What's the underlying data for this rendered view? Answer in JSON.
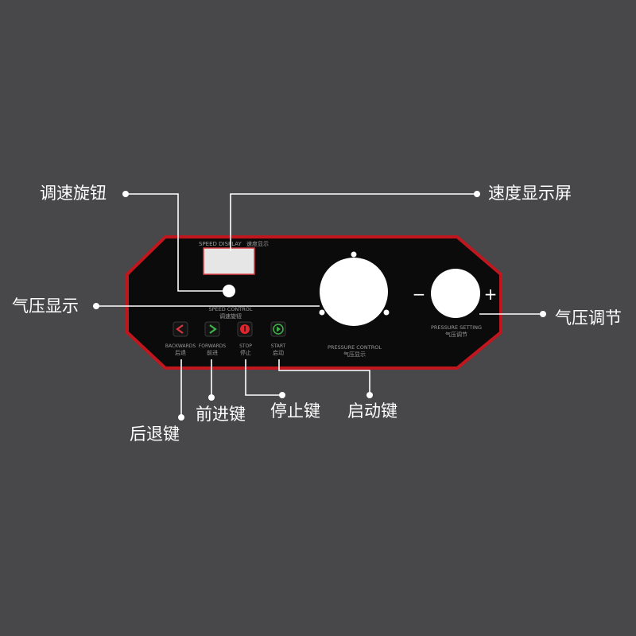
{
  "colors": {
    "background": "#48484a",
    "panel": "#0b0b0b",
    "panel_border": "#c1161d",
    "leader_line": "#ffffff",
    "btn_back": "#d9363e",
    "btn_forward": "#3fb34a",
    "btn_stop": "#e0262c",
    "btn_start": "#3fb34a"
  },
  "panel": {
    "speed_display_label": "SPEED DISPLAY",
    "speed_display_label_cn": "速度显示",
    "speed_control_label": "SPEED CONTROL",
    "speed_control_label_cn": "调速旋钮",
    "pressure_control_label": "PRESSURE CONTROL",
    "pressure_control_label_cn": "气压显示",
    "pressure_setting_label": "PRESSURE SETTING",
    "pressure_setting_label_cn": "气压调节",
    "minus_sign": "−",
    "plus_sign": "+",
    "buttons": [
      {
        "id": "backwards",
        "label_en": "BACKWARDS",
        "label_cn": "后退",
        "icon": "chevron-left-icon"
      },
      {
        "id": "forwards",
        "label_en": "FORWARDS",
        "label_cn": "前进",
        "icon": "chevron-right-icon"
      },
      {
        "id": "stop",
        "label_en": "STOP",
        "label_cn": "停止",
        "icon": "power-icon"
      },
      {
        "id": "start",
        "label_en": "START",
        "label_cn": "启动",
        "icon": "play-icon"
      }
    ]
  },
  "callouts": {
    "speed_knob": "调速旋钮",
    "speed_display_screen": "速度显示屏",
    "pressure_display": "气压显示",
    "pressure_adjust": "气压调节",
    "backwards_key": "后退键",
    "forwards_key": "前进键",
    "stop_key": "停止键",
    "start_key": "启动键"
  }
}
